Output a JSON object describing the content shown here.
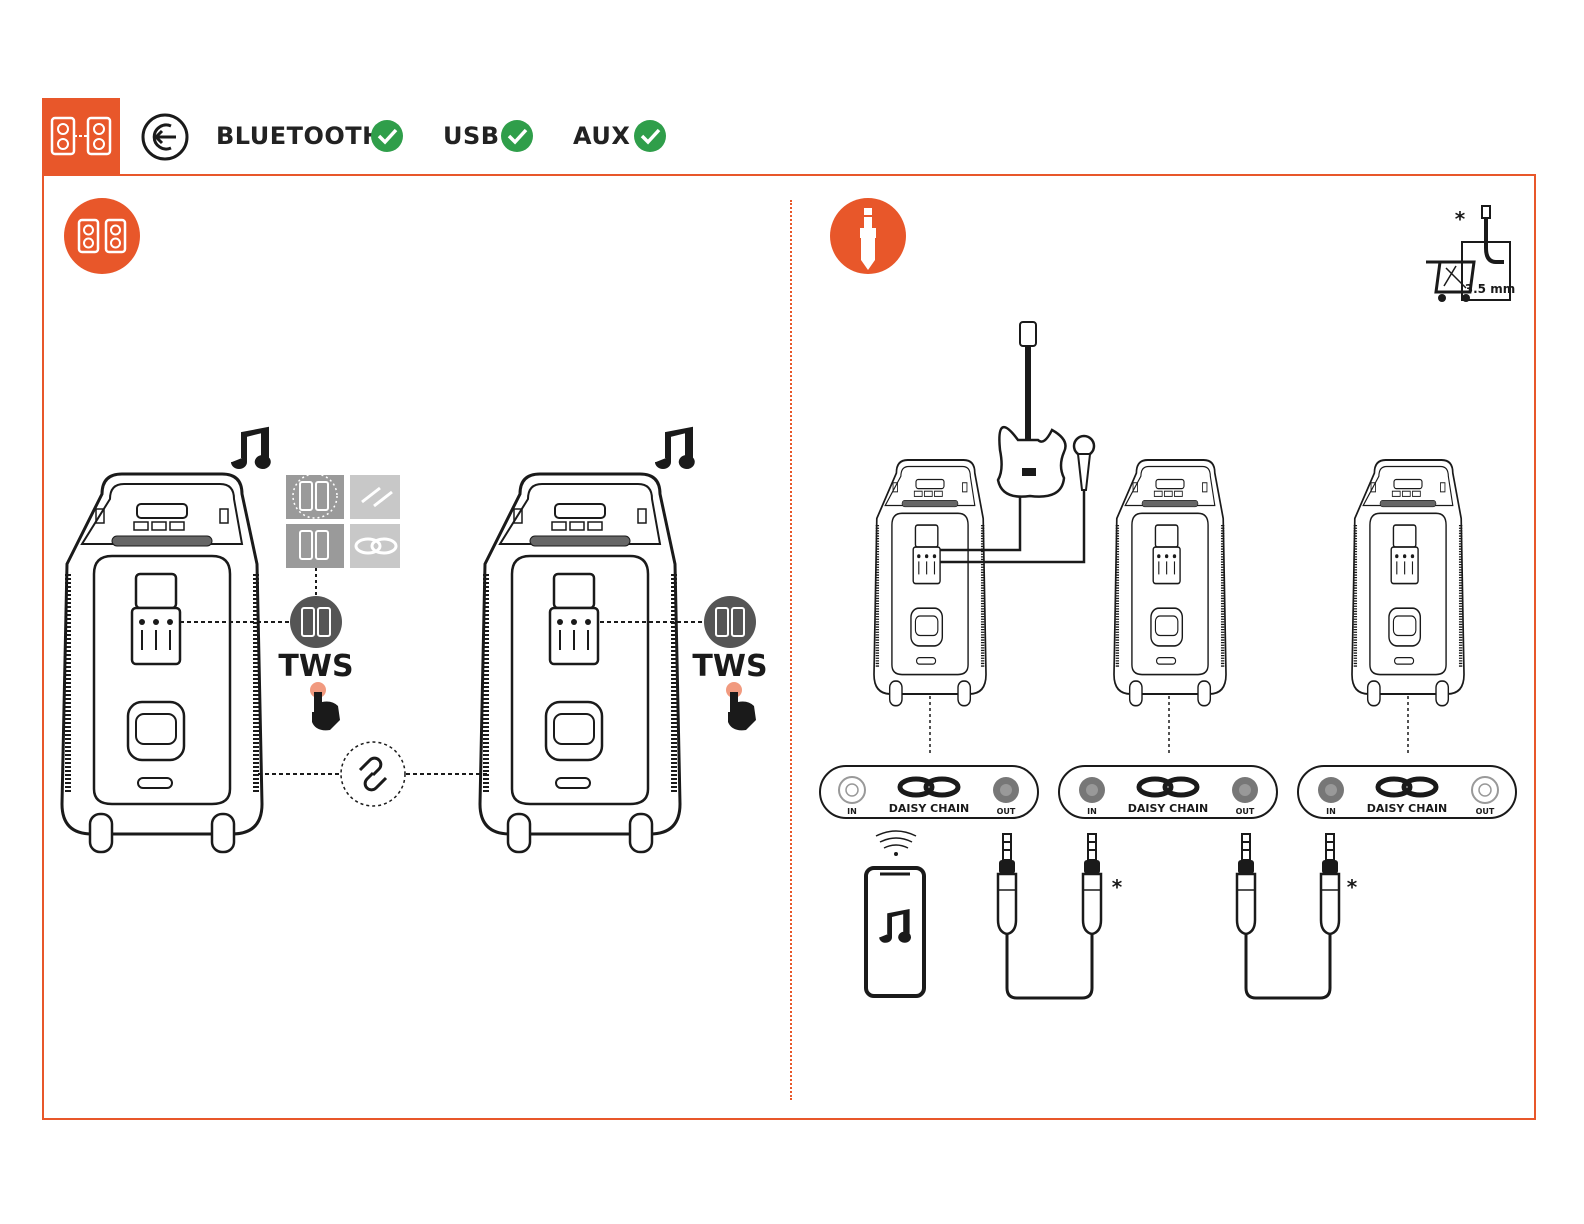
{
  "colors": {
    "accent": "#e8572a",
    "check": "#2f9e4a",
    "line": "#1a1a1a",
    "panel_border": "#e8572a",
    "gray_tile": "#9a9a9a"
  },
  "header": {
    "party_icon": "double-speaker-icon",
    "input_icon": "source-input-icon",
    "sources": [
      {
        "label": "BLUETOOTH",
        "status_icon": "check-icon"
      },
      {
        "label": "USB",
        "status_icon": "check-icon"
      },
      {
        "label": "AUX",
        "status_icon": "check-icon"
      }
    ]
  },
  "left_panel": {
    "badge_icon": "double-speaker-icon",
    "tws_label_1": "TWS",
    "tws_label_2": "TWS"
  },
  "right_panel": {
    "badge_icon": "aux-jack-icon",
    "accessory_note": "3.5 mm",
    "asterisk": "*",
    "chain": [
      {
        "in_label": "IN",
        "title": "DAISY CHAIN",
        "out_label": "OUT"
      },
      {
        "in_label": "IN",
        "title": "DAISY CHAIN",
        "out_label": "OUT"
      },
      {
        "in_label": "IN",
        "title": "DAISY CHAIN",
        "out_label": "OUT"
      }
    ]
  }
}
